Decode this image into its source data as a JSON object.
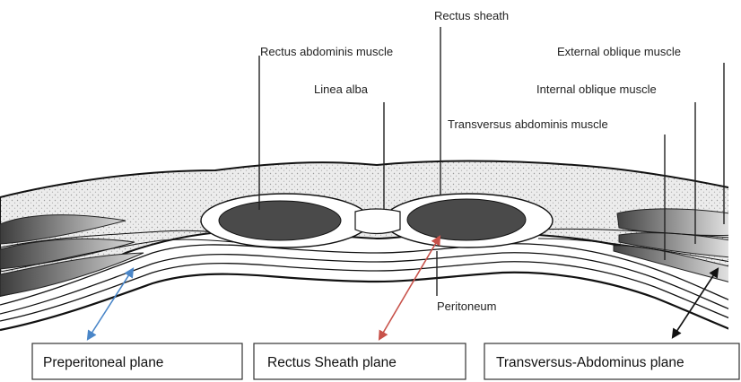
{
  "labels": {
    "rectus_sheath": "Rectus sheath",
    "rectus_abdominis": "Rectus abdominis muscle",
    "external_oblique": "External oblique muscle",
    "linea_alba": "Linea alba",
    "internal_oblique": "Internal oblique muscle",
    "transversus_abdominis": "Transversus abdominis muscle",
    "peritoneum": "Peritoneum"
  },
  "planes": {
    "preperitoneal": "Preperitoneal plane",
    "rectus_sheath": "Rectus Sheath plane",
    "transversus_abdominus": "Transversus-Abdominus plane"
  },
  "colors": {
    "preperitoneal_arrow": "#4a86c8",
    "rectus_sheath_arrow": "#c8524a",
    "transversus_arrow": "#111111",
    "muscle_fill": "#4a4a4a",
    "fat_fill": "#e4e4e4"
  }
}
